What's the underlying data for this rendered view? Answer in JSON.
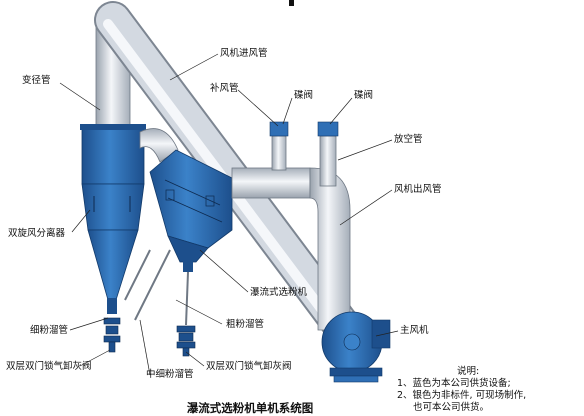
{
  "title": "瀑流式选粉机单机系统图",
  "labels": {
    "fan_inlet_pipe": "风机进风管",
    "reducer_pipe": "变径管",
    "supply_air_pipe": "补风管",
    "butterfly_valve_1": "碟阀",
    "butterfly_valve_2": "碟阀",
    "vent_pipe": "放空管",
    "fan_outlet_pipe": "风机出风管",
    "cyclone_separator": "双旋风分离器",
    "cascade_separator": "瀑流式选粉机",
    "coarse_powder_chute": "粗粉溜管",
    "main_fan": "主风机",
    "fine_powder_chute": "细粉溜管",
    "double_flap_valve_left": "双层双门锁气卸灰阀",
    "mid_fine_chute": "中细粉溜管",
    "double_flap_valve_right": "双层双门锁气卸灰阀"
  },
  "notes": {
    "heading": "说明:",
    "lines": [
      "1、蓝色为本公司供货设备;",
      "2、银色为非标件, 可现场制作,",
      "也可本公司供货。"
    ]
  },
  "colors": {
    "blue": "#2f6fb5",
    "blue_dark": "#1d4f8c",
    "silver": "#d8dde5",
    "silver_dark": "#9aa3ae"
  }
}
